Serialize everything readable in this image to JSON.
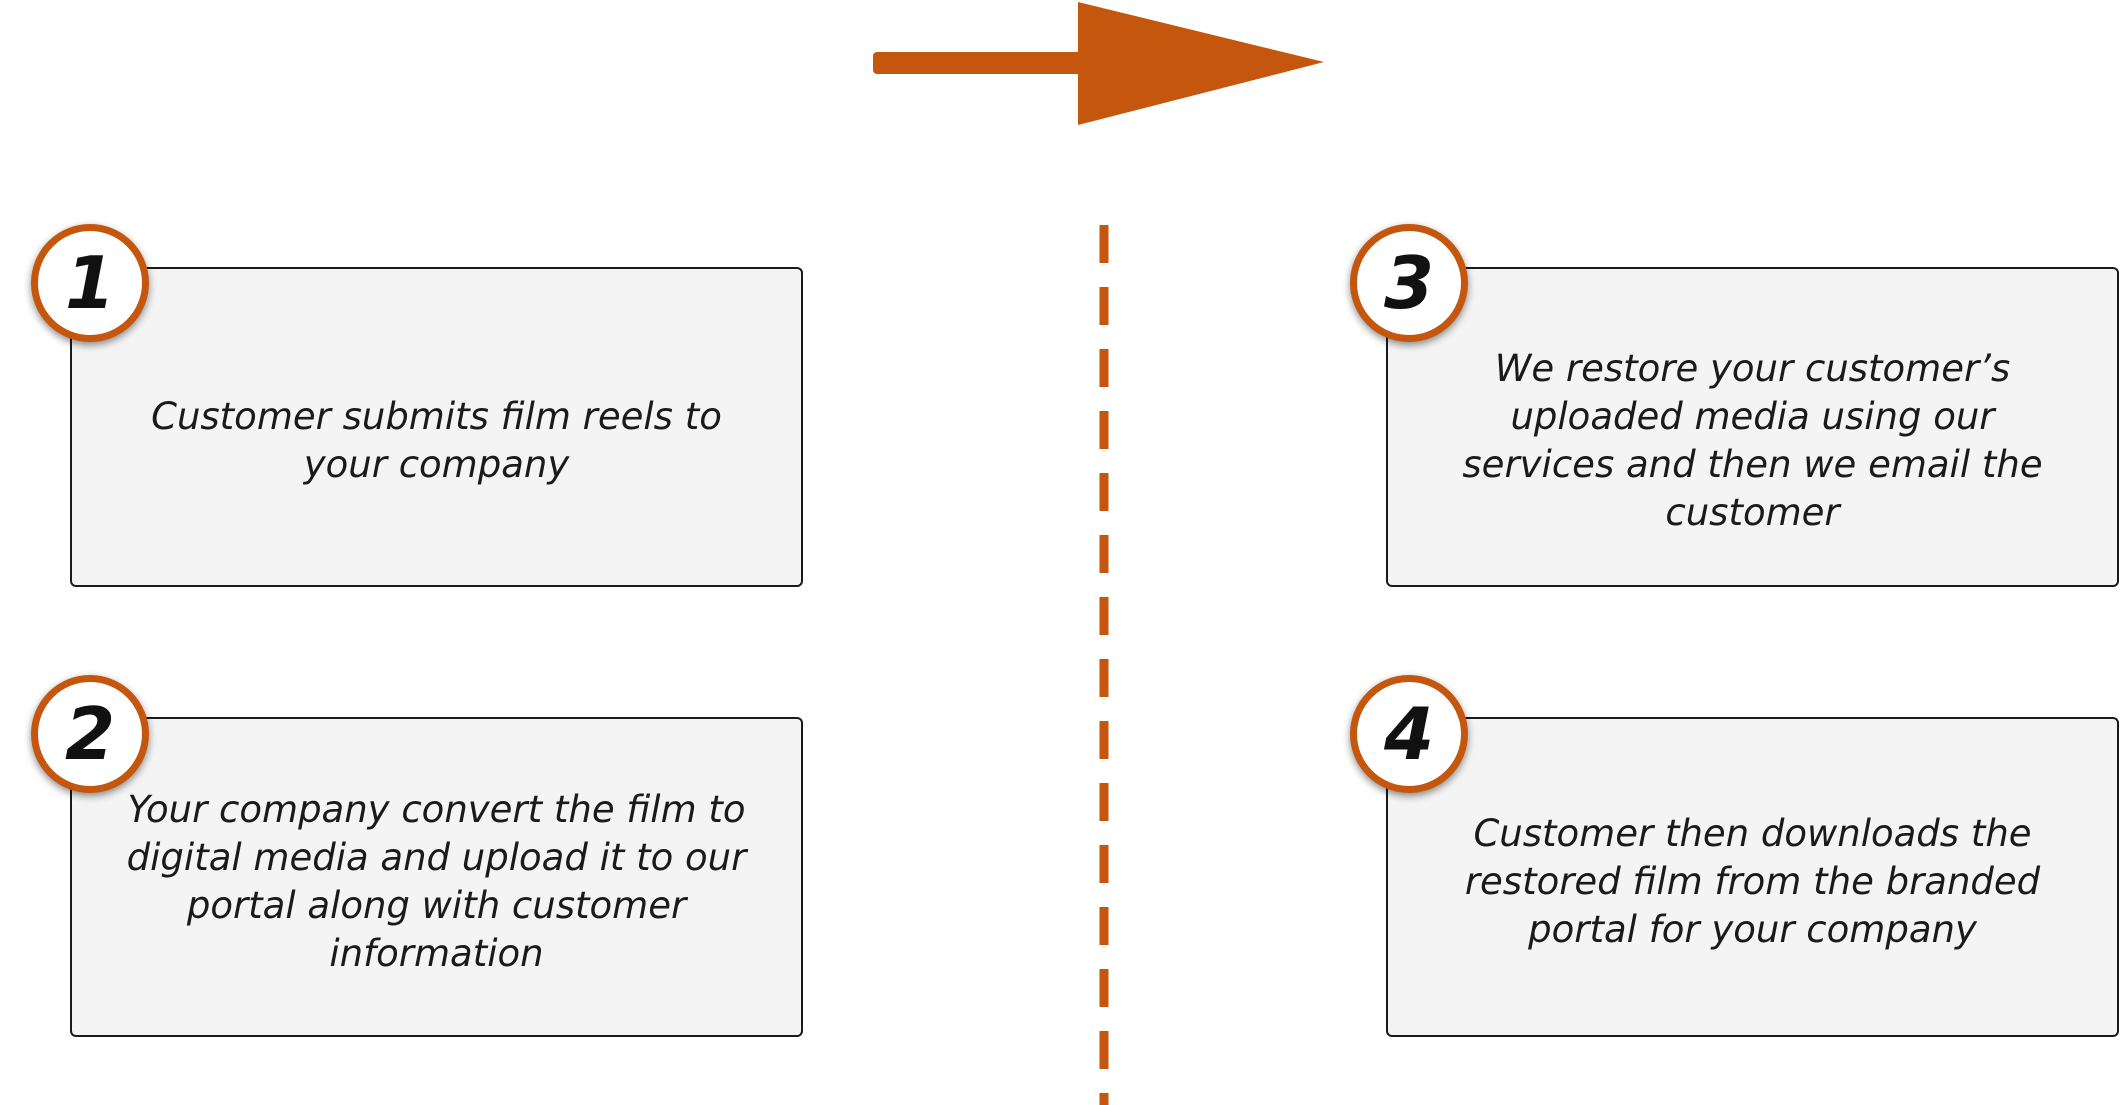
{
  "accent_color": "#c5560e",
  "steps": [
    {
      "number": "1",
      "text": "Customer submits film reels to your company"
    },
    {
      "number": "2",
      "text": "Your company convert the film to digital media and upload it to our portal along with customer information"
    },
    {
      "number": "3",
      "text": "We restore your customer’s uploaded media using our services and then we email the customer"
    },
    {
      "number": "4",
      "text": "Customer then downloads the restored film from the branded portal for your company"
    }
  ]
}
